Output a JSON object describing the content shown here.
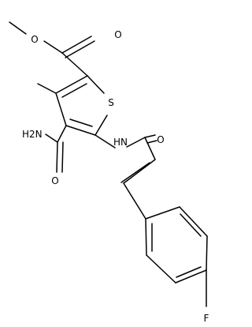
{
  "molecule": {
    "colors": {
      "bond": "#000000",
      "label": "#000000",
      "background": "#ffffff"
    },
    "atoms": {
      "o_ester_single": "O",
      "o_ester_double": "O",
      "s_ring": "S",
      "nh2": "H2N",
      "o_amide_primary": "O",
      "nh_amide": "HN",
      "o_amide_secondary": "O",
      "f": "F"
    }
  }
}
